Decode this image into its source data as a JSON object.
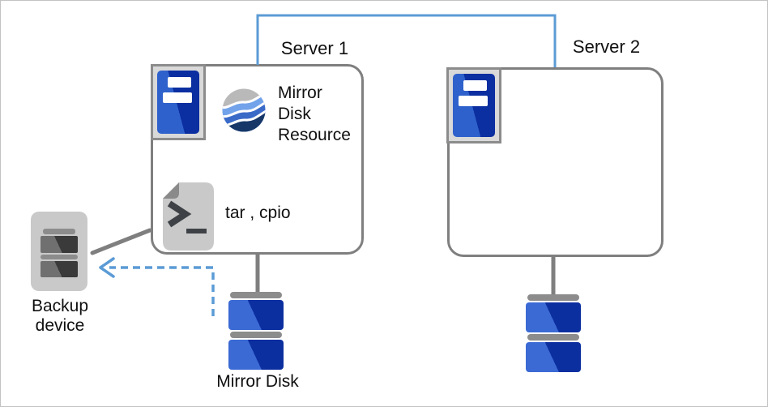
{
  "diagram": {
    "title": "Mirror disk backup diagram",
    "nodes": {
      "server1": {
        "label": "Server 1"
      },
      "server2": {
        "label": "Server 2"
      },
      "mirror_disk_resource": {
        "label": "Mirror Disk Resource"
      },
      "commands": {
        "label": "tar , cpio"
      },
      "backup_device": {
        "label": "Backup device"
      },
      "mirror_disk": {
        "label": "Mirror Disk"
      }
    },
    "icons": {
      "server_tower": "tower-server-icon",
      "mirror_resource": "globe-waves-icon",
      "terminal_file": "terminal-script-file-icon",
      "backup": "tape-backup-device-icon",
      "disk_stack": "disk-stack-icon"
    },
    "connections": {
      "interconnect": "server1-to-server2-link",
      "backup_link": "server1-to-backup-device-line",
      "backup_flow": "dashed-arrow-to-backup-device",
      "disk_link_1": "server1-to-mirror-disk",
      "disk_link_2": "server2-to-mirror-disk"
    },
    "colors": {
      "accent_blue": "#5b9bd5",
      "box_border_gray": "#7f7f7f",
      "disk_blue_light": "#3b6ad4",
      "disk_blue_dark": "#0c2fa0",
      "icon_frame_fill": "#d9d9d9",
      "icon_gray_light": "#c9c9c9",
      "fold_gray": "#8a8a8a",
      "bar_gray": "#8c8c8c",
      "slot_gray_dark": "#3a3a3a",
      "globe_gray": "#b9b9b9",
      "globe_blue_light": "#72a3ea",
      "globe_blue_mid": "#3a6ac8",
      "globe_navy": "#173768"
    }
  }
}
